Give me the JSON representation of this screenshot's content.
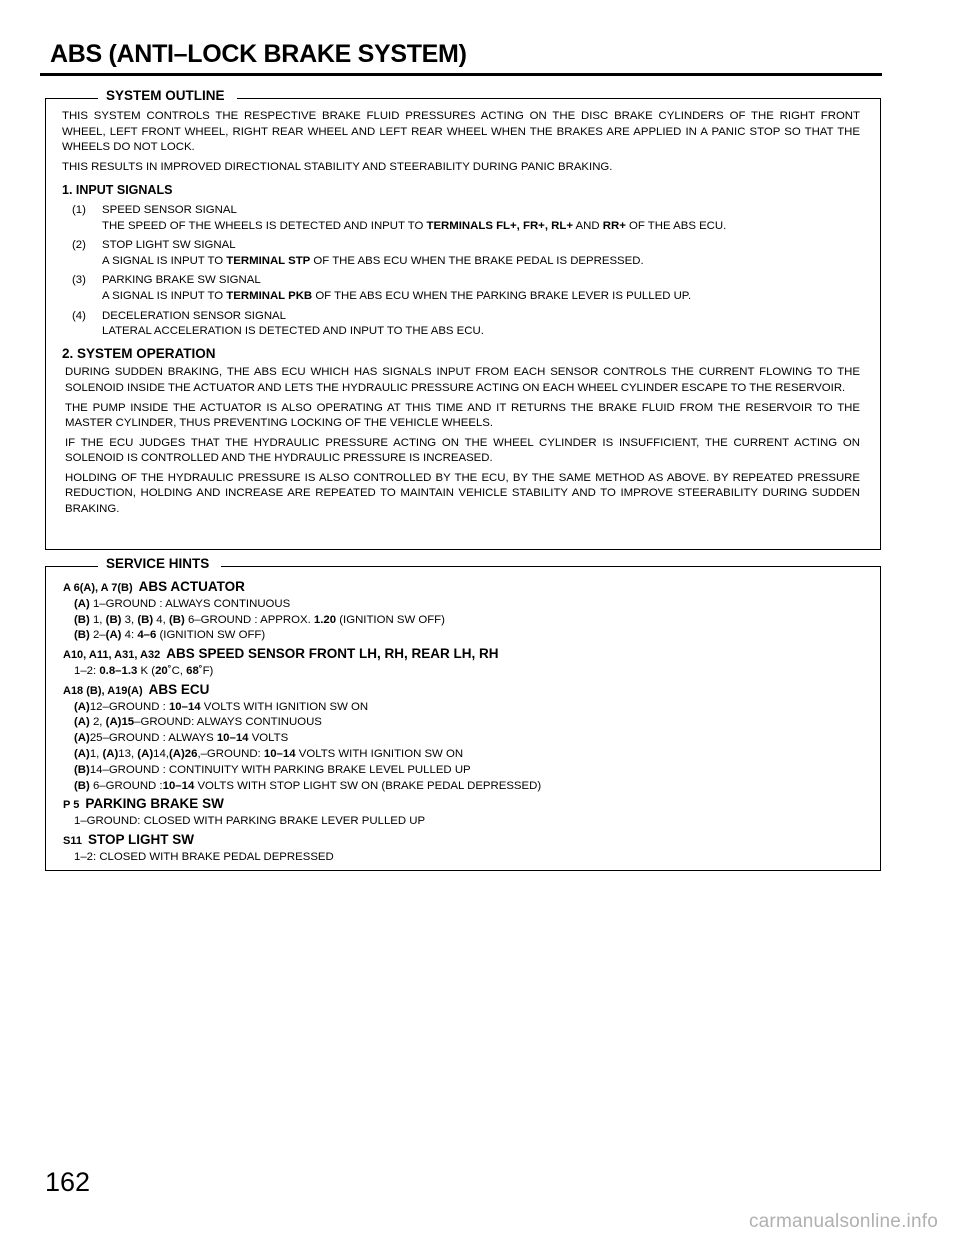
{
  "page": {
    "title": "ABS (ANTI–LOCK BRAKE SYSTEM)",
    "number": "162",
    "watermark": "carmanualsonline.info"
  },
  "system_outline": {
    "label": "SYSTEM OUTLINE",
    "intro": [
      "THIS SYSTEM CONTROLS THE RESPECTIVE BRAKE FLUID PRESSURES ACTING ON THE DISC BRAKE CYLINDERS OF THE RIGHT FRONT WHEEL, LEFT FRONT WHEEL, RIGHT REAR WHEEL AND LEFT REAR WHEEL WHEN THE BRAKES ARE APPLIED IN A PANIC STOP SO THAT THE WHEELS DO NOT LOCK.",
      "THIS RESULTS IN IMPROVED DIRECTIONAL STABILITY AND STEERABILITY DURING PANIC BRAKING."
    ],
    "input_signals": {
      "heading": "1.   INPUT SIGNALS",
      "items": [
        {
          "num": "(1)",
          "name": "SPEED SENSOR SIGNAL",
          "desc": [
            {
              "t": "THE SPEED OF THE WHEELS IS DETECTED AND INPUT TO "
            },
            {
              "t": "TERMINALS FL+, FR+, RL+",
              "b": true
            },
            {
              "t": " AND "
            },
            {
              "t": "RR+",
              "b": true
            },
            {
              "t": " OF THE ABS ECU."
            }
          ]
        },
        {
          "num": "(2)",
          "name": "STOP LIGHT SW SIGNAL",
          "desc": [
            {
              "t": "A SIGNAL IS INPUT TO "
            },
            {
              "t": "TERMINAL STP",
              "b": true
            },
            {
              "t": " OF THE ABS ECU WHEN THE BRAKE PEDAL IS DEPRESSED."
            }
          ]
        },
        {
          "num": "(3)",
          "name": "PARKING BRAKE SW SIGNAL",
          "desc": [
            {
              "t": "A SIGNAL IS INPUT TO "
            },
            {
              "t": "TERMINAL PKB",
              "b": true
            },
            {
              "t": " OF THE ABS ECU WHEN THE PARKING BRAKE LEVER IS PULLED UP."
            }
          ]
        },
        {
          "num": "(4)",
          "name": "DECELERATION SENSOR SIGNAL",
          "desc": [
            {
              "t": "LATERAL ACCELERATION IS DETECTED AND INPUT TO THE ABS ECU."
            }
          ]
        }
      ]
    },
    "system_operation": {
      "heading": "2.   SYSTEM OPERATION",
      "paragraphs": [
        "DURING SUDDEN BRAKING, THE ABS ECU WHICH HAS SIGNALS INPUT FROM EACH SENSOR CONTROLS THE CURRENT FLOWING TO THE SOLENOID INSIDE THE ACTUATOR AND LETS THE HYDRAULIC PRESSURE ACTING ON EACH WHEEL CYLINDER ESCAPE TO THE RESERVOIR.",
        "THE PUMP INSIDE THE ACTUATOR IS ALSO OPERATING AT THIS TIME AND IT RETURNS THE BRAKE FLUID FROM THE RESERVOIR TO THE MASTER CYLINDER, THUS PREVENTING LOCKING OF THE VEHICLE WHEELS.",
        "IF THE ECU JUDGES THAT THE HYDRAULIC PRESSURE ACTING ON THE WHEEL CYLINDER IS INSUFFICIENT, THE CURRENT ACTING ON SOLENOID IS CONTROLLED AND THE HYDRAULIC PRESSURE IS INCREASED.",
        "HOLDING OF THE HYDRAULIC PRESSURE IS ALSO CONTROLLED BY THE ECU, BY THE SAME METHOD AS ABOVE. BY REPEATED PRESSURE REDUCTION, HOLDING AND INCREASE ARE REPEATED TO MAINTAIN VEHICLE STABILITY AND TO IMPROVE STEERABILITY DURING SUDDEN BRAKING."
      ]
    }
  },
  "service_hints": {
    "label": "SERVICE HINTS",
    "components": [
      {
        "code": "A 6(A), A 7(B)",
        "name": "ABS ACTUATOR",
        "lines": [
          [
            {
              "t": "(A)",
              "b": true
            },
            {
              "t": " 1–GROUND : ALWAYS CONTINUOUS"
            }
          ],
          [
            {
              "t": "(B)",
              "b": true
            },
            {
              "t": " 1, "
            },
            {
              "t": "(B)",
              "b": true
            },
            {
              "t": " 3, "
            },
            {
              "t": "(B)",
              "b": true
            },
            {
              "t": " 4, "
            },
            {
              "t": "(B)",
              "b": true
            },
            {
              "t": " 6–GROUND : APPROX. "
            },
            {
              "t": "1.20",
              "b": true
            },
            {
              "t": "     (IGNITION SW OFF)"
            }
          ],
          [
            {
              "t": "(B)",
              "b": true
            },
            {
              "t": " 2–"
            },
            {
              "t": "(A)",
              "b": true
            },
            {
              "t": " 4: "
            },
            {
              "t": "4–6",
              "b": true
            },
            {
              "t": "     (IGNITION SW OFF)"
            }
          ]
        ]
      },
      {
        "code": "A10, A11, A31, A32",
        "name": "ABS SPEED SENSOR FRONT LH, RH, REAR LH, RH",
        "lines": [
          [
            {
              "t": "1–2: "
            },
            {
              "t": "0.8–1.3",
              "b": true
            },
            {
              "t": "  K   ("
            },
            {
              "t": "20˚",
              "b": true
            },
            {
              "t": "C, "
            },
            {
              "t": "68˚",
              "b": true
            },
            {
              "t": "F)"
            }
          ]
        ]
      },
      {
        "code": "A18 (B), A19(A)",
        "name": "ABS ECU",
        "lines": [
          [
            {
              "t": "(A)",
              "b": true
            },
            {
              "t": "12–GROUND  : "
            },
            {
              "t": "10–14",
              "b": true
            },
            {
              "t": " VOLTS WITH IGNITION SW ON"
            }
          ],
          [
            {
              "t": "(A)",
              "b": true
            },
            {
              "t": " 2, "
            },
            {
              "t": "(A)15",
              "b": true
            },
            {
              "t": "–GROUND: ALWAYS CONTINUOUS"
            }
          ],
          [
            {
              "t": "(A)",
              "b": true
            },
            {
              "t": "25–GROUND  : ALWAYS "
            },
            {
              "t": "10–14",
              "b": true
            },
            {
              "t": " VOLTS"
            }
          ],
          [
            {
              "t": "(A)",
              "b": true
            },
            {
              "t": "1, "
            },
            {
              "t": "(A)",
              "b": true
            },
            {
              "t": "13, "
            },
            {
              "t": "(A)",
              "b": true
            },
            {
              "t": "14,"
            },
            {
              "t": "(A)26",
              "b": true
            },
            {
              "t": ",–GROUND: "
            },
            {
              "t": "10–14",
              "b": true
            },
            {
              "t": " VOLTS WITH IGNITION SW ON"
            }
          ],
          [
            {
              "t": "(B)",
              "b": true
            },
            {
              "t": "14–GROUND  : CONTINUITY WITH PARKING BRAKE LEVEL PULLED UP"
            }
          ],
          [
            {
              "t": "(B)",
              "b": true
            },
            {
              "t": " 6–GROUND   :"
            },
            {
              "t": "10–14",
              "b": true
            },
            {
              "t": " VOLTS WITH STOP LIGHT SW ON (BRAKE PEDAL DEPRESSED)"
            }
          ]
        ]
      },
      {
        "code": "P 5",
        "name": "PARKING BRAKE SW",
        "lines": [
          [
            {
              "t": "1–GROUND: CLOSED WITH PARKING BRAKE LEVER PULLED UP"
            }
          ]
        ]
      },
      {
        "code": "S11",
        "name": "STOP LIGHT SW",
        "lines": [
          [
            {
              "t": "1–2: CLOSED WITH BRAKE PEDAL DEPRESSED"
            }
          ]
        ]
      }
    ]
  }
}
